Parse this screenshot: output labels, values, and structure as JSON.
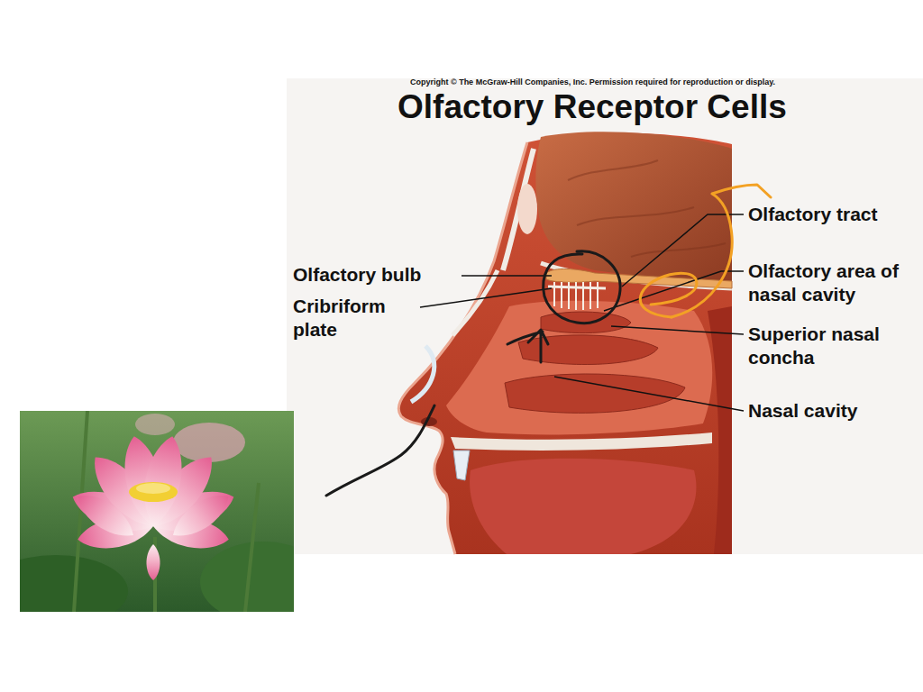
{
  "diagram": {
    "title": "Olfactory Receptor Cells",
    "labels": [
      "Copyright © The McGraw-Hill Companies, Inc. Permission required for reproduction or display.",
      "Olfactory bulb",
      "Cribriform plate",
      "Olfactory tract",
      "Olfactory area of nasal cavity",
      "Superior nasal concha",
      "Nasal cavity"
    ]
  }
}
